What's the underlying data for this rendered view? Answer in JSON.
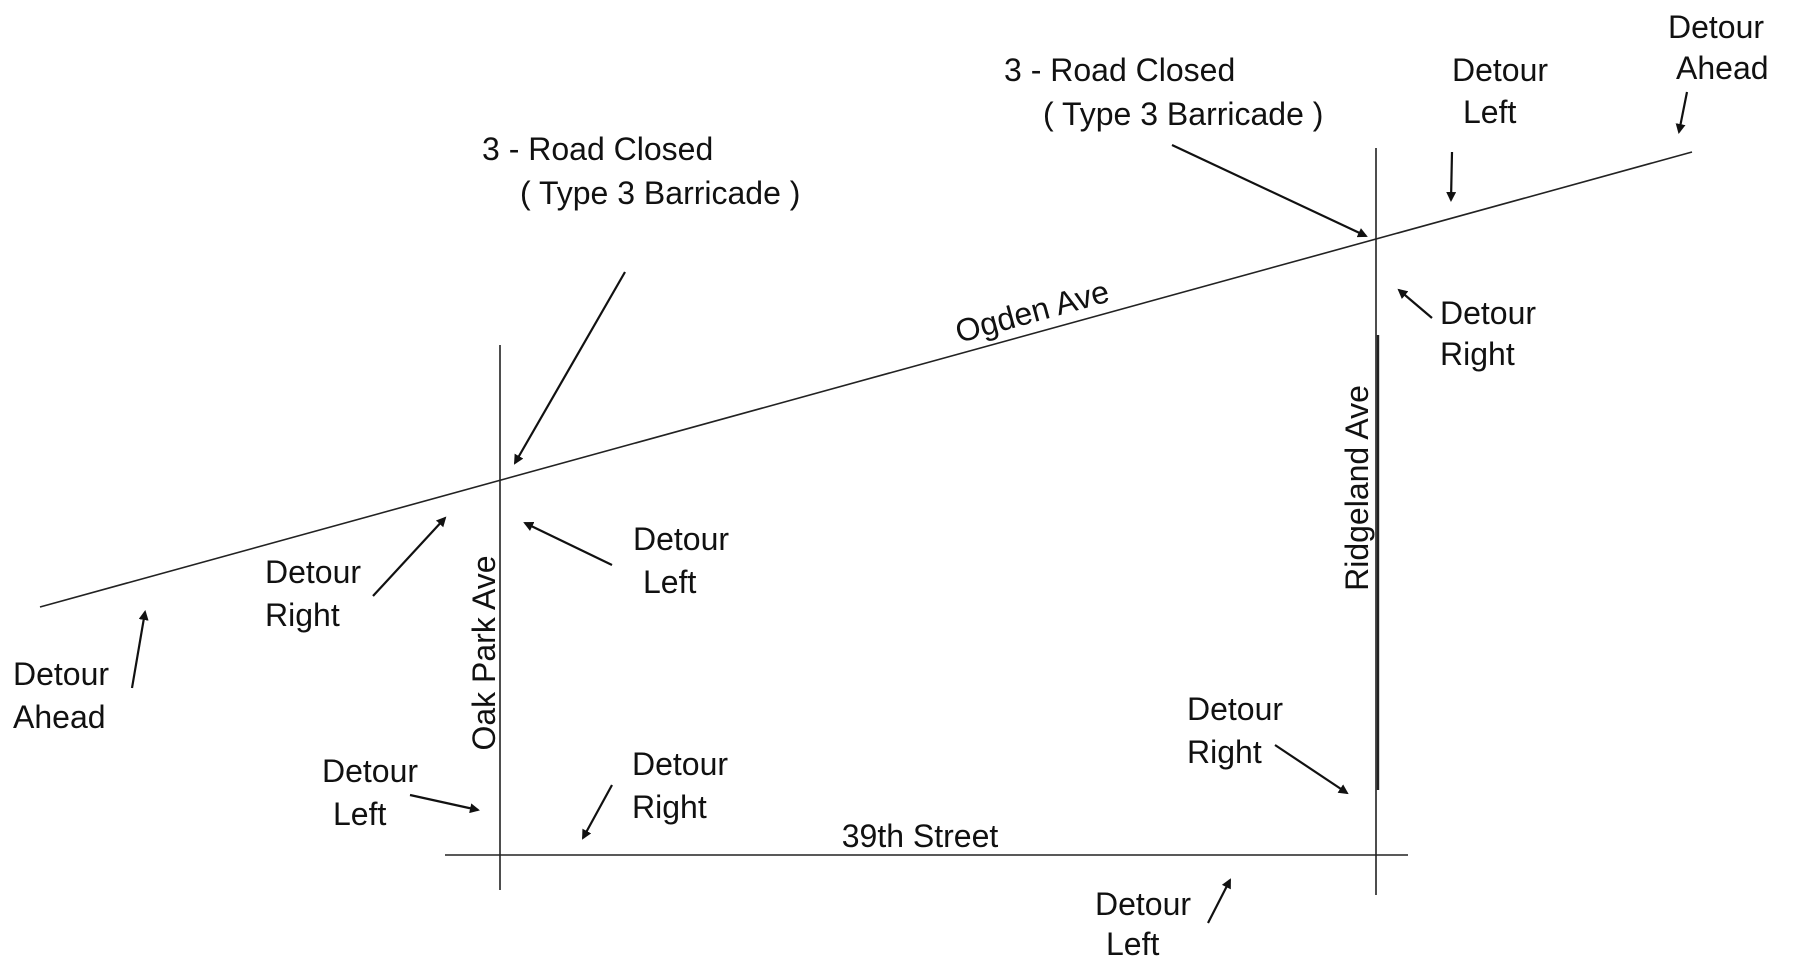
{
  "roads": {
    "ogden": "Ogden Ave",
    "oak_park": "Oak Park Ave",
    "ridgeland": "Ridgeland Ave",
    "thirty_ninth": "39th Street"
  },
  "barricades": {
    "left": {
      "line1": "3 - Road Closed",
      "line2": "( Type 3 Barricade )"
    },
    "right": {
      "line1": "3 - Road Closed",
      "line2": "( Type 3 Barricade )"
    }
  },
  "signs": {
    "ahead_west": [
      "Detour",
      "Ahead"
    ],
    "right_ogden_west": [
      "Detour",
      "Right"
    ],
    "left_oak_park_east": [
      "Detour",
      "Left"
    ],
    "left_oak_park_south": [
      "Detour",
      "Left"
    ],
    "right_39th_west": [
      "Detour",
      "Right"
    ],
    "right_ridgeland_south": [
      "Detour",
      "Right"
    ],
    "left_39th_east": [
      "Detour",
      "Left"
    ],
    "right_ridgeland_north": [
      "Detour",
      "Right"
    ],
    "left_ogden_east": [
      "Detour",
      "Left"
    ],
    "ahead_east": [
      "Detour",
      "Ahead"
    ]
  }
}
